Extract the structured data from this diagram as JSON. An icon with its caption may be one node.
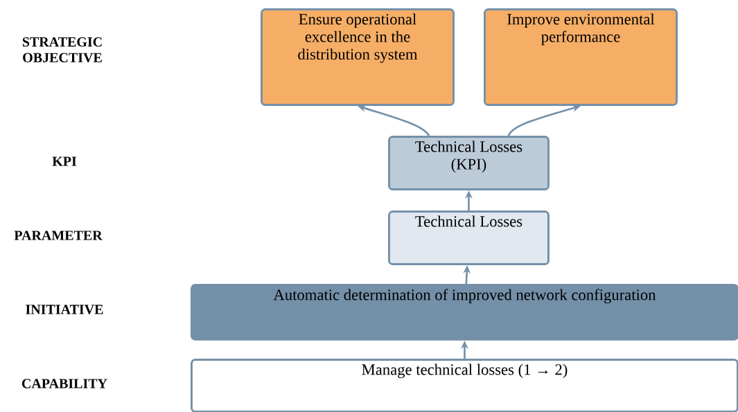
{
  "diagram": {
    "nodes": [
      {
        "text": [
          "Ensure operational excellence in the distribution system"
        ]
      },
      {
        "text": [
          "Improve environmental performance"
        ]
      },
      {
        "text": [
          "Technical Losses (KPI)"
        ]
      },
      {
        "text": [
          "Technical Losses"
        ]
      },
      {
        "text": [
          "Automatic determination of improved network configuration"
        ]
      },
      {
        "text": [
          "Manage technical losses (1 → 2)"
        ]
      }
    ],
    "edges": [
      {
        "from": 5,
        "to": 4,
        "arrow": "to"
      },
      {
        "from": 4,
        "to": 3,
        "arrow": "to"
      },
      {
        "from": 3,
        "to": 2,
        "arrow": "to"
      },
      {
        "from": 2,
        "to": 0,
        "arrow": "to"
      },
      {
        "from": 2,
        "to": 1,
        "arrow": "to"
      }
    ],
    "labels": [
      "STRATEGIC OBJECTIVE",
      "KPI",
      "PARAMETER",
      "INITIATIVE",
      "CAPABILITY"
    ]
  }
}
